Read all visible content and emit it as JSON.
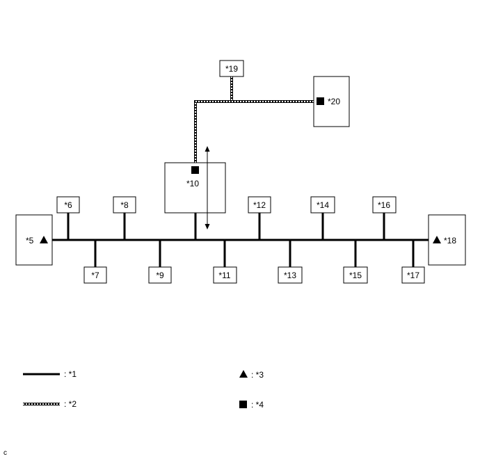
{
  "diagram": {
    "nodes": {
      "n5": "*5",
      "n6": "*6",
      "n7": "*7",
      "n8": "*8",
      "n9": "*9",
      "n10": "*10",
      "n11": "*11",
      "n12": "*12",
      "n13": "*13",
      "n14": "*14",
      "n15": "*15",
      "n16": "*16",
      "n17": "*17",
      "n18": "*18",
      "n19": "*19",
      "n20": "*20"
    },
    "legend": {
      "solid": ": *1",
      "dashed": ": *2",
      "triangle": ": *3",
      "square": ": *4"
    },
    "corner_code": "c"
  }
}
